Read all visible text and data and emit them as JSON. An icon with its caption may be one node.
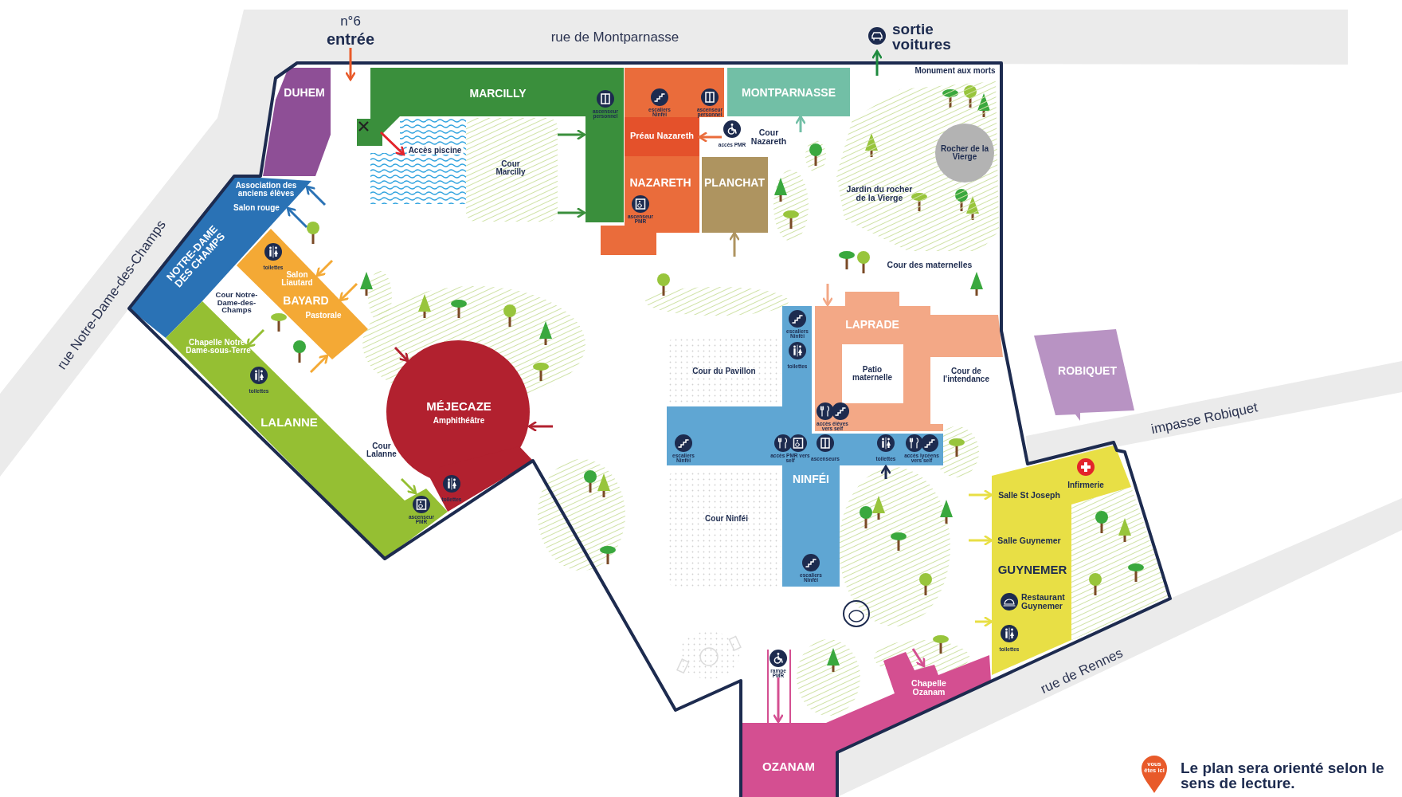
{
  "diagram": {
    "nodes": [
      {
        "text": [
          "n°6",
          "entrée"
        ]
      },
      {
        "text": [
          "sortie voitures"
        ]
      },
      {
        "text": [
          "DUHEM"
        ]
      },
      {
        "text": [
          "MARCILLY"
        ]
      },
      {
        "text": [
          "ascenseur personnel"
        ],
        "in": 3
      },
      {
        "text": [
          "Accès piscine"
        ],
        "in": 3
      },
      {
        "text": [
          "Cour Marcilly"
        ]
      },
      {
        "text": [
          "NAZARETH"
        ]
      },
      {
        "text": [
          "escaliers Ninféi"
        ],
        "in": 7
      },
      {
        "text": [
          "ascenseur personnel"
        ],
        "in": 7
      },
      {
        "text": [
          "Préau Nazareth"
        ],
        "in": 7
      },
      {
        "text": [
          "ascenseur PMR"
        ],
        "in": 7
      },
      {
        "text": [
          "accès PMR"
        ]
      },
      {
        "text": [
          "MONTPARNASSE"
        ]
      },
      {
        "text": [
          "PLANCHAT"
        ]
      },
      {
        "text": [
          "Jardin du rocher de la Vierge"
        ]
      },
      {
        "text": [
          "Rocher de la Vierge"
        ],
        "in": 15
      },
      {
        "text": [
          "Association des anciens élèves",
          "Salon rouge",
          "NOTRE-DAME DES CHAMPS"
        ]
      },
      {
        "text": [
          "Salon Liautard",
          "BAYARD",
          "Pastorale"
        ]
      },
      {
        "text": [
          "toilettes"
        ],
        "in": 18
      },
      {
        "text": [
          "Chapelle Notre-Dame-sous-Terre",
          "LALANNE"
        ]
      },
      {
        "text": [
          "toilettes"
        ],
        "in": 20
      },
      {
        "text": [
          "ascenseur PMR"
        ],
        "in": 20
      },
      {
        "text": [
          "MÉJECAZE",
          "Amphithéâtre"
        ]
      },
      {
        "text": [
          "toilettes"
        ],
        "in": 23
      },
      {
        "text": [
          "Cour du Pavillon"
        ]
      },
      {
        "text": [
          "LAPRADE"
        ]
      },
      {
        "text": [
          "Patio maternelle"
        ],
        "in": 26
      },
      {
        "text": [
          "accès élèves vers self"
        ],
        "in": 26
      },
      {
        "text": [
          "NINFÉI"
        ]
      },
      {
        "text": [
          "escaliers Ninféi"
        ],
        "in": 29
      },
      {
        "text": [
          "toilettes"
        ],
        "in": 29
      },
      {
        "text": [
          "escaliers Ninféi"
        ],
        "in": 29
      },
      {
        "text": [
          "accès PMR vers self"
        ],
        "in": 29
      },
      {
        "text": [
          "ascenseurs"
        ],
        "in": 29
      },
      {
        "text": [
          "toilettes"
        ],
        "in": 29
      },
      {
        "text": [
          "accès lycéens vers self"
        ],
        "in": 29
      },
      {
        "text": [
          "escaliers Ninféi"
        ],
        "in": 29
      },
      {
        "text": [
          "Cour Ninféi"
        ]
      },
      {
        "text": [
          "ROBIQUET"
        ]
      },
      {
        "text": [
          "Salle St Joseph",
          "Salle Guynemer",
          "GUYNEMER"
        ]
      },
      {
        "text": [
          "Infirmerie"
        ],
        "in": 40
      },
      {
        "text": [
          "Restaurant Guynemer"
        ],
        "in": 40
      },
      {
        "text": [
          "toilettes"
        ],
        "in": 40
      },
      {
        "text": [
          "rampe PMR"
        ]
      },
      {
        "text": [
          "Chapelle Ozanam",
          "OZANAM"
        ]
      },
      {
        "text": [
          "vous êtes ici"
        ]
      }
    ],
    "edges": [
      {
        "from": 0,
        "to": null,
        "arrow": "to",
        "color": "#e85a2a"
      },
      {
        "from": null,
        "to": 1,
        "arrow": "to",
        "color": "#1e8a3e"
      },
      {
        "from": 3,
        "to": 5,
        "arrow": "to",
        "color": "#e3242b"
      },
      {
        "from": 6,
        "to": 3,
        "arrow": "to",
        "color": "#3a8f3c"
      },
      {
        "from": 6,
        "to": 3,
        "arrow": "to",
        "color": "#3a8f3c"
      },
      {
        "from": 12,
        "to": 10,
        "arrow": "to",
        "color": "#ea6c3b"
      },
      {
        "from": null,
        "to": 13,
        "arrow": "to",
        "color": "#72bfa6"
      },
      {
        "from": null,
        "to": 14,
        "arrow": "to",
        "color": "#ae9460"
      },
      {
        "from": null,
        "to": 17,
        "arrow": "to",
        "color": "#2a72b5"
      },
      {
        "from": null,
        "to": 17,
        "arrow": "to",
        "color": "#2a72b5"
      },
      {
        "from": null,
        "to": 18,
        "arrow": "to",
        "color": "#f4a935"
      },
      {
        "from": null,
        "to": 18,
        "arrow": "to",
        "color": "#f4a935"
      },
      {
        "from": null,
        "to": 18,
        "arrow": "to",
        "color": "#f4a935"
      },
      {
        "from": null,
        "to": 20,
        "arrow": "to",
        "color": "#95bf33"
      },
      {
        "from": null,
        "to": 20,
        "arrow": "to",
        "color": "#95bf33"
      },
      {
        "from": null,
        "to": 23,
        "arrow": "to",
        "color": "#b2212f"
      },
      {
        "from": null,
        "to": 23,
        "arrow": "to",
        "color": "#b2212f"
      },
      {
        "from": null,
        "to": 26,
        "arrow": "to",
        "color": "#f3a886"
      },
      {
        "from": null,
        "to": 29,
        "arrow": "to",
        "color": "#1d2b4f"
      },
      {
        "from": null,
        "to": 40,
        "arrow": "to",
        "color": "#e8df45"
      },
      {
        "from": null,
        "to": 40,
        "arrow": "to",
        "color": "#e8df45"
      },
      {
        "from": null,
        "to": 40,
        "arrow": "to",
        "color": "#e8df45"
      },
      {
        "from": null,
        "to": 45,
        "arrow": "to",
        "color": "#d44f91"
      },
      {
        "from": 44,
        "to": 45,
        "arrow": "to",
        "color": "#d44f91"
      }
    ],
    "labels": [
      "rue de Montparnasse",
      "Monument aux morts",
      "Cour Nazareth",
      "Cour des maternelles",
      "rue Notre-Dame-des-Champs",
      "Cour Notre-Dame-des-Champs",
      "Cour de l'intendance",
      "impasse Robiquet",
      "Cour Lalanne",
      "rue de Rennes",
      "Le plan sera orienté selon le sens de lecture."
    ]
  }
}
